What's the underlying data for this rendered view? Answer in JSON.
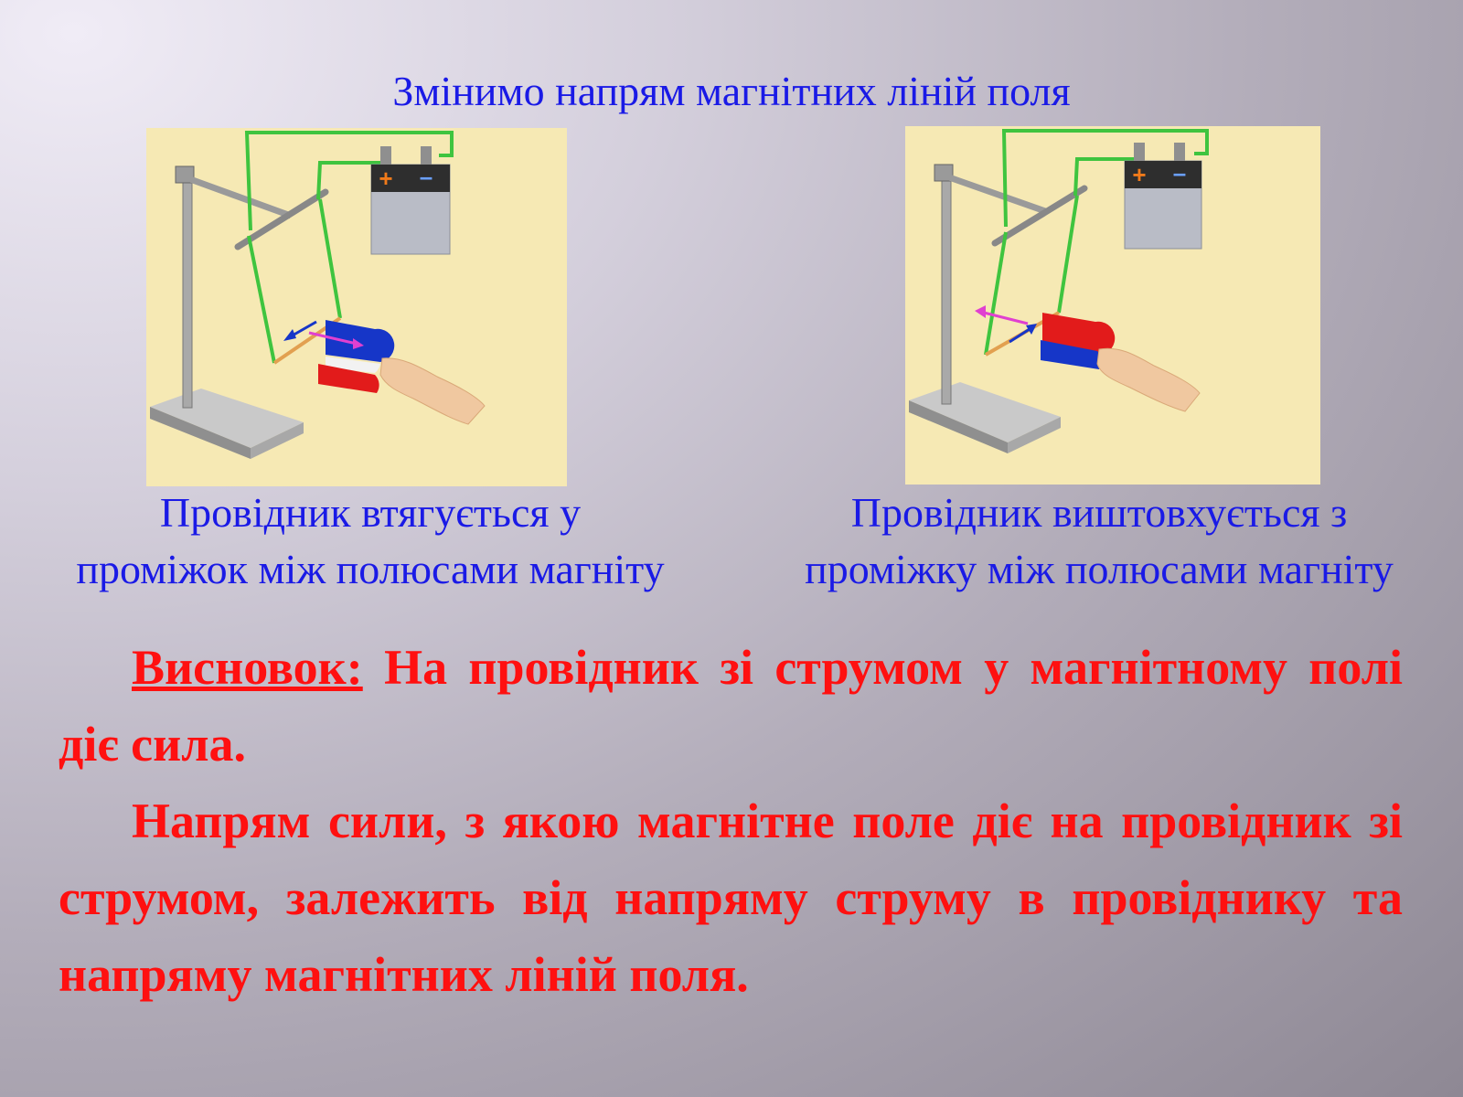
{
  "slide": {
    "title": "Змінимо напрям магнітних ліній поля"
  },
  "left_panel": {
    "caption_line1": "Провідник втягується у",
    "caption_line2": "проміжок між полюсами магніту",
    "battery_plus": "+",
    "battery_minus": "–"
  },
  "right_panel": {
    "caption_line1": "Провідник виштовхується з",
    "caption_line2": "проміжку між полюсами магніту",
    "battery_plus": "+",
    "battery_minus": "–"
  },
  "conclusion": {
    "label": "Висновок:",
    "text1": " На провідник зі струмом у магнітному полі діє сила.",
    "text2": "Напрям сили, з якою магнітне поле діє на провідник зі струмом, залежить від напряму струму в провіднику та напряму магнітних ліній поля."
  },
  "colors": {
    "title_text": "#1a1ae6",
    "conclusion_text": "#ff1010",
    "panel_bg": "#f6e9b4",
    "wire": "#3fc43f",
    "magnet_red": "#e21b1b",
    "magnet_blue": "#1636c8"
  }
}
